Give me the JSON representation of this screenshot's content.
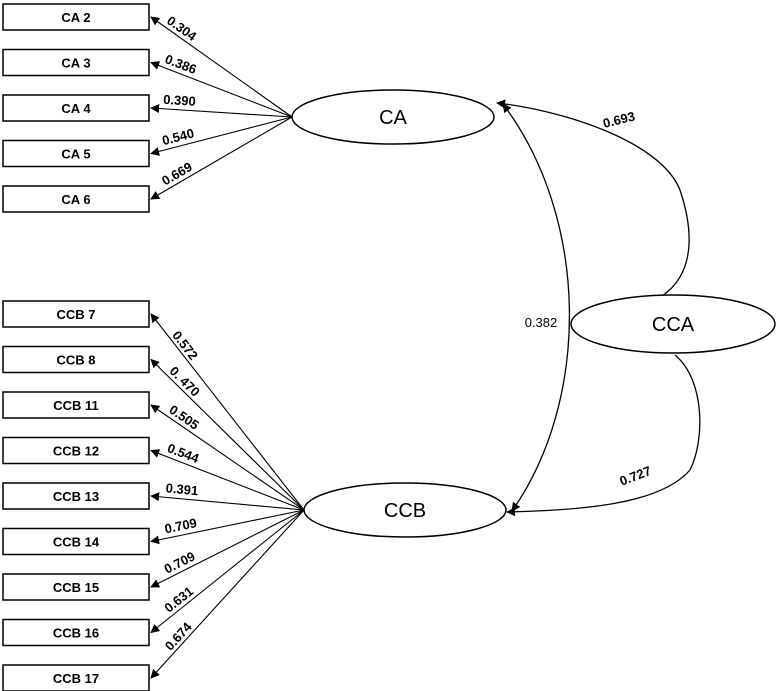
{
  "latents": {
    "ca": "CA",
    "ccb": "CCB",
    "cca": "CCA"
  },
  "ca_indicators": [
    {
      "label": "CA 2",
      "loading": "0.304"
    },
    {
      "label": "CA 3",
      "loading": "0.386"
    },
    {
      "label": "CA 4",
      "loading": "0.390"
    },
    {
      "label": "CA 5",
      "loading": "0.540"
    },
    {
      "label": "CA 6",
      "loading": "0.669"
    }
  ],
  "ccb_indicators": [
    {
      "label": "CCB 7",
      "loading": "0.572"
    },
    {
      "label": "CCB 8",
      "loading": "0. 470"
    },
    {
      "label": "CCB 11",
      "loading": "0.505"
    },
    {
      "label": "CCB 12",
      "loading": "0.544"
    },
    {
      "label": "CCB 13",
      "loading": "0.391"
    },
    {
      "label": "CCB 14",
      "loading": "0.709"
    },
    {
      "label": "CCB 15",
      "loading": "0.709"
    },
    {
      "label": "CCB 16",
      "loading": "0.631"
    },
    {
      "label": "CCB 17",
      "loading": "0.674"
    }
  ],
  "paths": {
    "cca_to_ca": "0.693",
    "cca_to_ccb": "0.727",
    "ca_ccb_corr": "0.382"
  }
}
